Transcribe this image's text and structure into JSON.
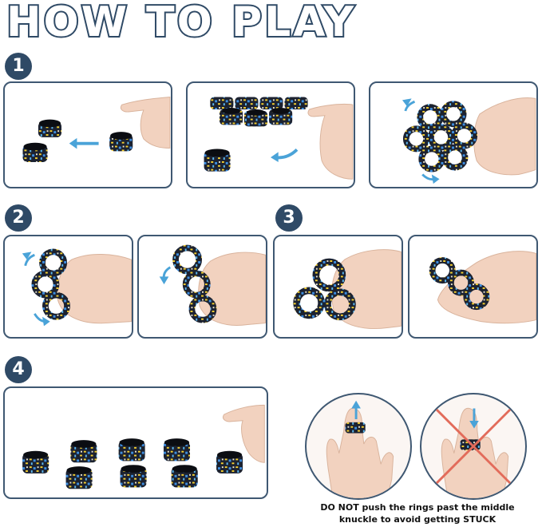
{
  "title": "HOW TO PLAY",
  "steps": [
    "1",
    "2",
    "3",
    "4"
  ],
  "warning": {
    "line1": "DO NOT push the rings past the middle",
    "line2": "knuckle to avoid getting STUCK"
  },
  "colors": {
    "frame": "#3f5872",
    "title_outline": "#2f4a66",
    "arrow": "#4aa3d8",
    "cross": "#e26b5a",
    "skin": "#f2d2bf",
    "ring_shell": "#1c2230"
  },
  "icons": [
    "arrow-left-icon",
    "arrow-curved-icon",
    "arrow-up-icon",
    "arrow-down-icon",
    "cross-icon"
  ]
}
